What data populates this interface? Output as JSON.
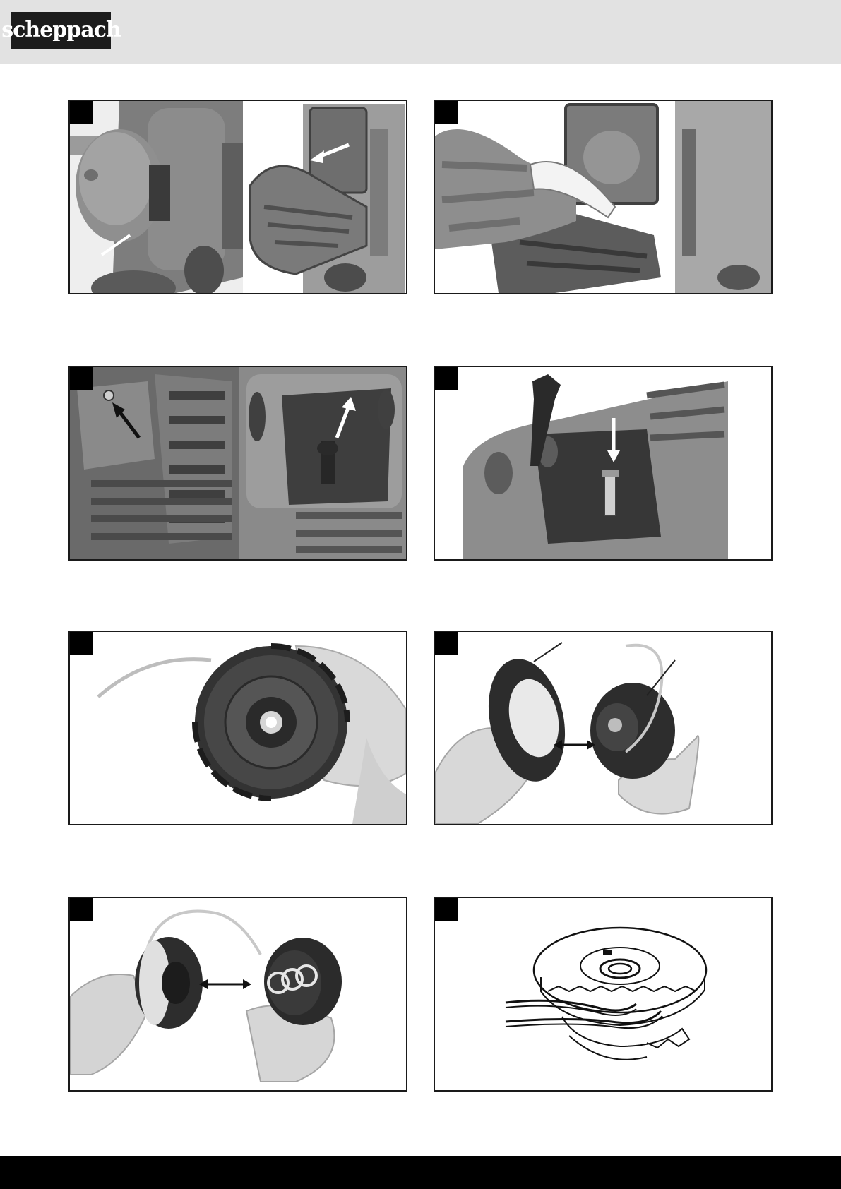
{
  "header": {
    "brand": "scheppach"
  },
  "figures": [
    {
      "id": "fig-air-filter-cover",
      "icon": "air-filter-cover-photo"
    },
    {
      "id": "fig-air-filter-sponge",
      "icon": "air-filter-sponge-photo"
    },
    {
      "id": "fig-spark-plug-cover",
      "icon": "spark-plug-cover-photo"
    },
    {
      "id": "fig-spark-plug",
      "icon": "spark-plug-photo"
    },
    {
      "id": "fig-spool-cap",
      "icon": "spool-cap-photo"
    },
    {
      "id": "fig-spool-open",
      "icon": "spool-open-photo"
    },
    {
      "id": "fig-spool-spring",
      "icon": "spool-spring-photo"
    },
    {
      "id": "fig-spool-line-drawing",
      "icon": "spool-line-drawing"
    }
  ],
  "colors": {
    "header_band": "#e2e2e2",
    "logo_bg": "#1c1c1c",
    "footer_band": "#000000",
    "frame": "#1a1a1a"
  }
}
